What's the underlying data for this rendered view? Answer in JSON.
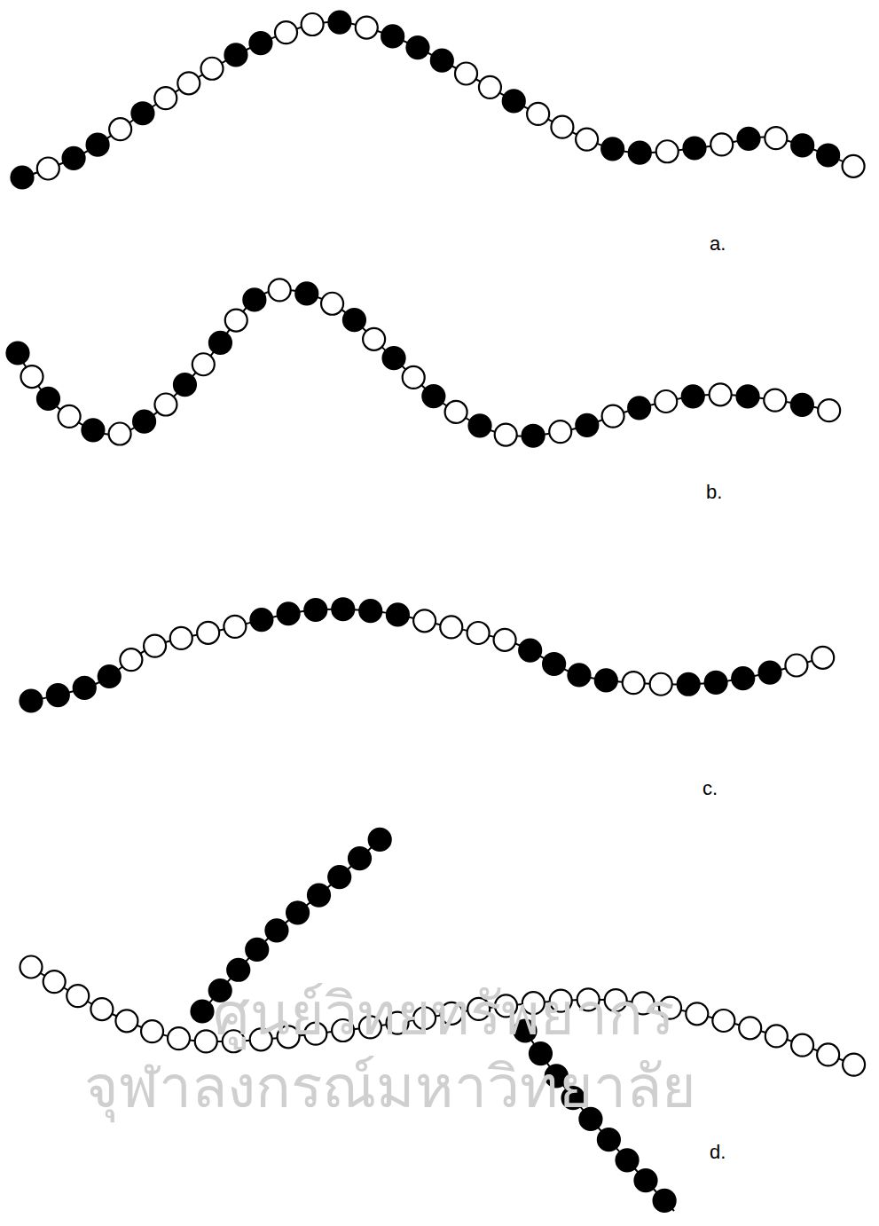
{
  "diagram": {
    "labels": [
      "a.",
      "b.",
      "c.",
      "d.",
      "ศูนย์วิทยทรัพยากร",
      "จุฬาลงกรณ์มหาวิทยาลัย"
    ]
  }
}
